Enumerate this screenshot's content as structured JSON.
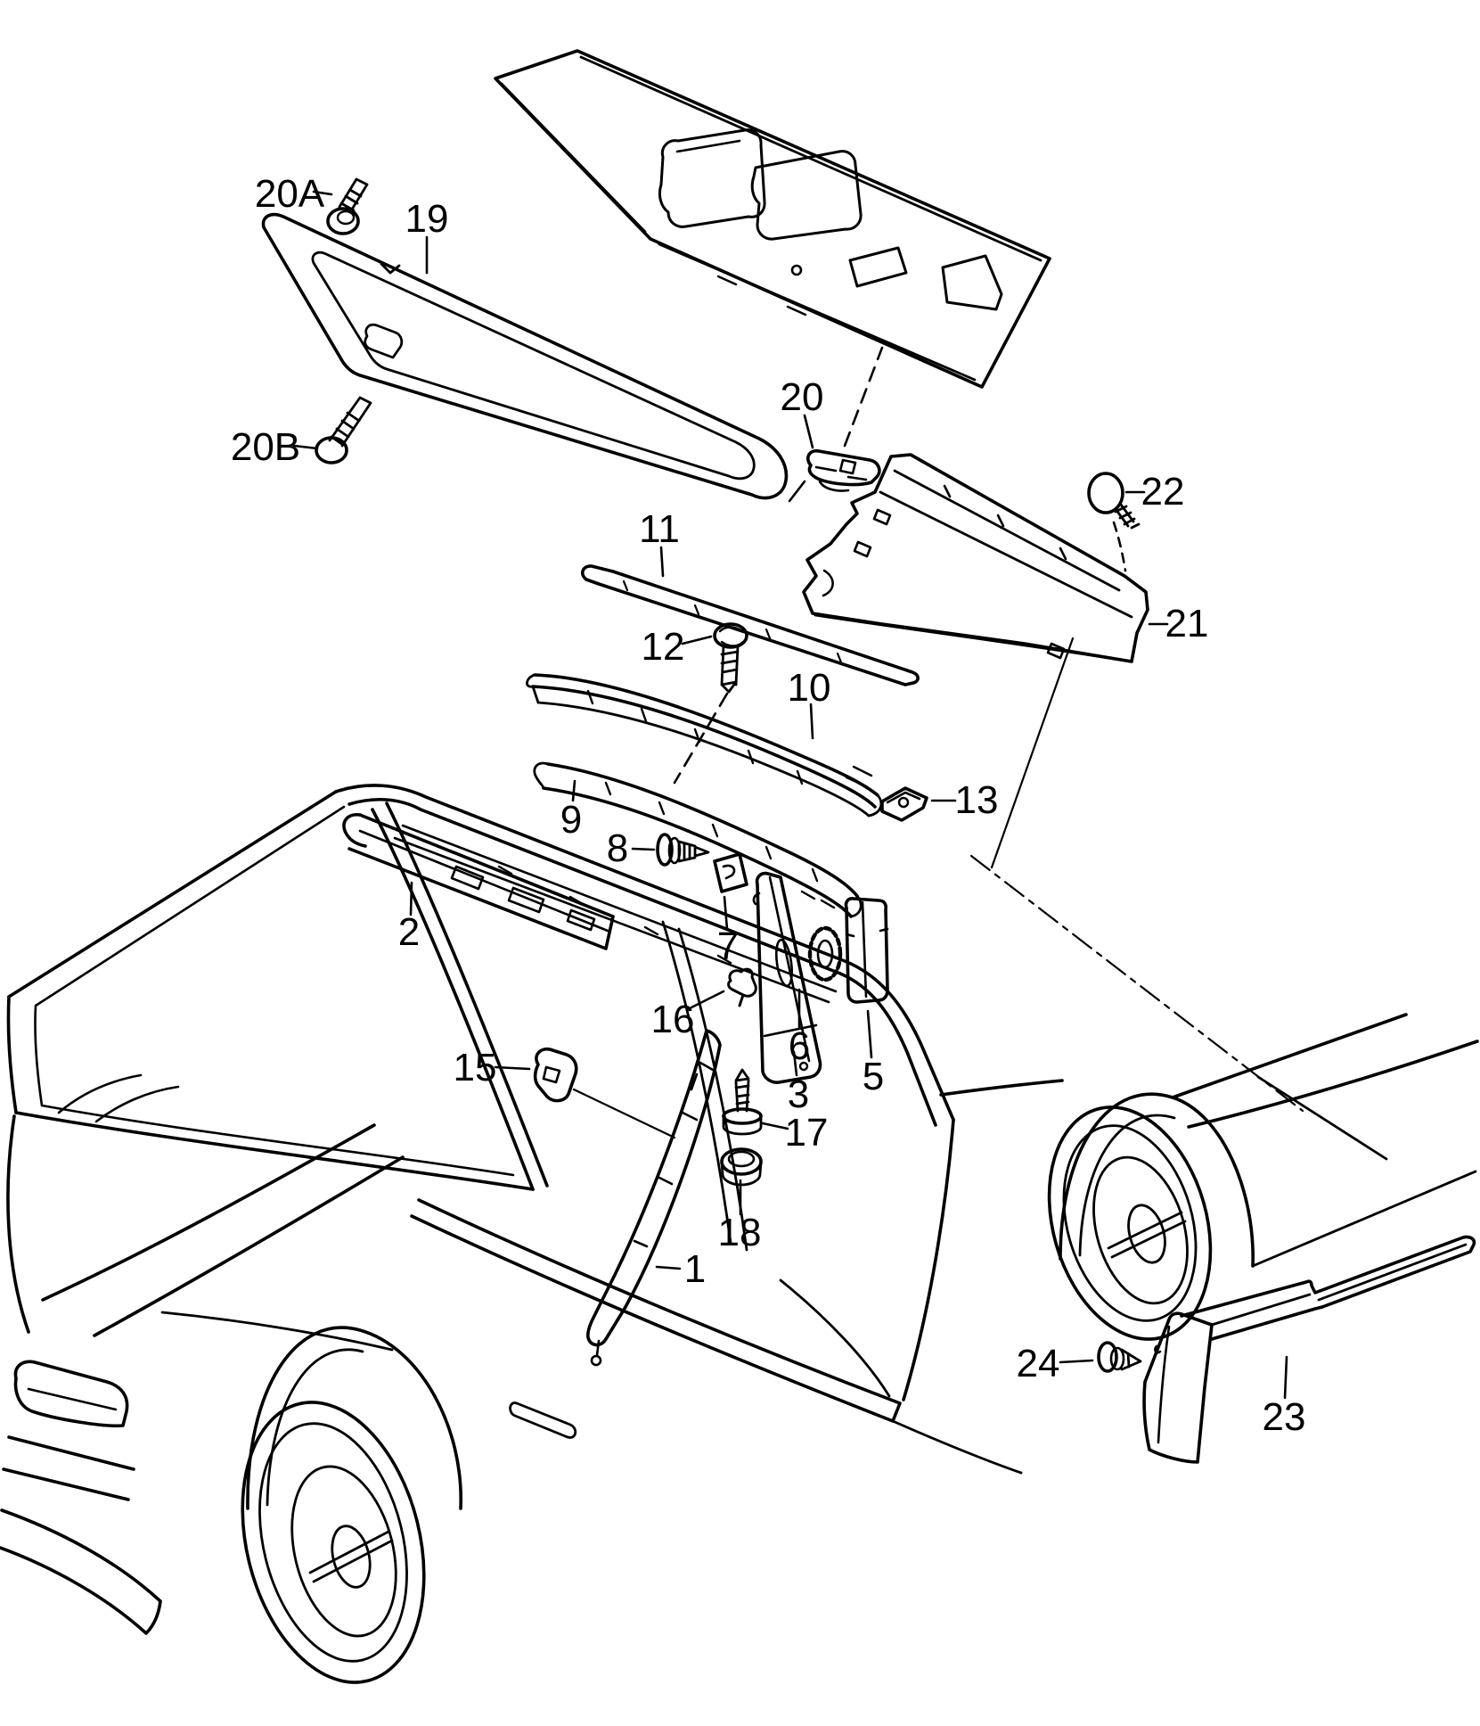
{
  "diagram": {
    "kind": "exploded-parts-line-drawing",
    "subject": "car body with exploded interior trim, pillar mouldings, sun visor, headliner and parcel shelf parts",
    "background_color": "#ffffff",
    "line_color": "#000000",
    "callouts": [
      {
        "id": "20A",
        "label": "20A"
      },
      {
        "id": "19",
        "label": "19"
      },
      {
        "id": "20B",
        "label": "20B"
      },
      {
        "id": "20",
        "label": "20"
      },
      {
        "id": "11",
        "label": "11"
      },
      {
        "id": "12",
        "label": "12"
      },
      {
        "id": "10",
        "label": "10"
      },
      {
        "id": "9",
        "label": "9"
      },
      {
        "id": "13",
        "label": "13"
      },
      {
        "id": "22",
        "label": "22"
      },
      {
        "id": "21",
        "label": "21"
      },
      {
        "id": "2",
        "label": "2"
      },
      {
        "id": "8",
        "label": "8"
      },
      {
        "id": "7",
        "label": "7"
      },
      {
        "id": "16",
        "label": "16"
      },
      {
        "id": "15",
        "label": "15"
      },
      {
        "id": "6",
        "label": "6"
      },
      {
        "id": "5",
        "label": "5"
      },
      {
        "id": "3",
        "label": "3"
      },
      {
        "id": "17",
        "label": "17"
      },
      {
        "id": "18",
        "label": "18"
      },
      {
        "id": "1",
        "label": "1"
      },
      {
        "id": "24",
        "label": "24"
      },
      {
        "id": "23",
        "label": "23"
      }
    ]
  }
}
